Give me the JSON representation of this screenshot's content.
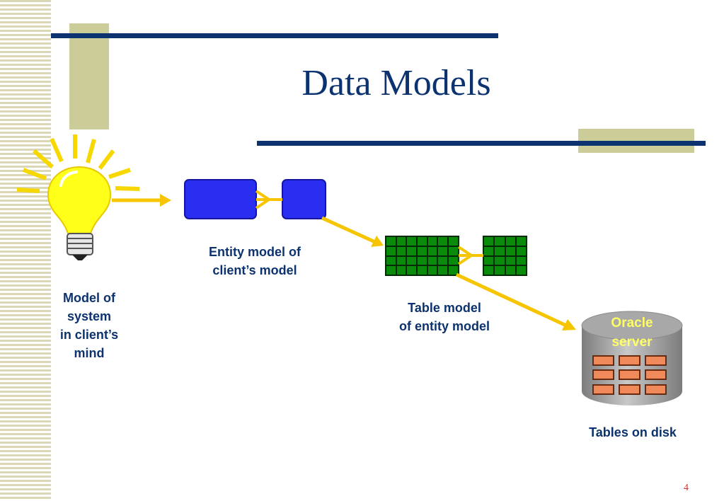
{
  "slide": {
    "title": "Data Models",
    "page_number": "4",
    "colors": {
      "accent_navy": "#0c3370",
      "accent_khaki": "#cccc99",
      "arrow": "#f6c500",
      "entity_box": "#2a2ef0",
      "table_grid": "#0a8a0a",
      "cylinder": "#9a9a9a",
      "disk_table": "#f08a5a"
    }
  },
  "diagram": {
    "nodes": [
      {
        "id": "client-mind",
        "label": "Model of\nsystem\nin client’s\nmind",
        "icon": "lightbulb-icon"
      },
      {
        "id": "entity-model",
        "label": "Entity model of\nclient’s model",
        "icon": "entity-boxes-icon"
      },
      {
        "id": "table-model",
        "label": "Table model\nof entity model",
        "icon": "table-grid-icon"
      },
      {
        "id": "oracle-server",
        "label": "Tables on disk",
        "inner_label": "Oracle\nserver",
        "icon": "database-cylinder-icon"
      }
    ],
    "edges": [
      {
        "from": "client-mind",
        "to": "entity-model"
      },
      {
        "from": "entity-model",
        "to": "table-model"
      },
      {
        "from": "table-model",
        "to": "oracle-server"
      }
    ]
  }
}
